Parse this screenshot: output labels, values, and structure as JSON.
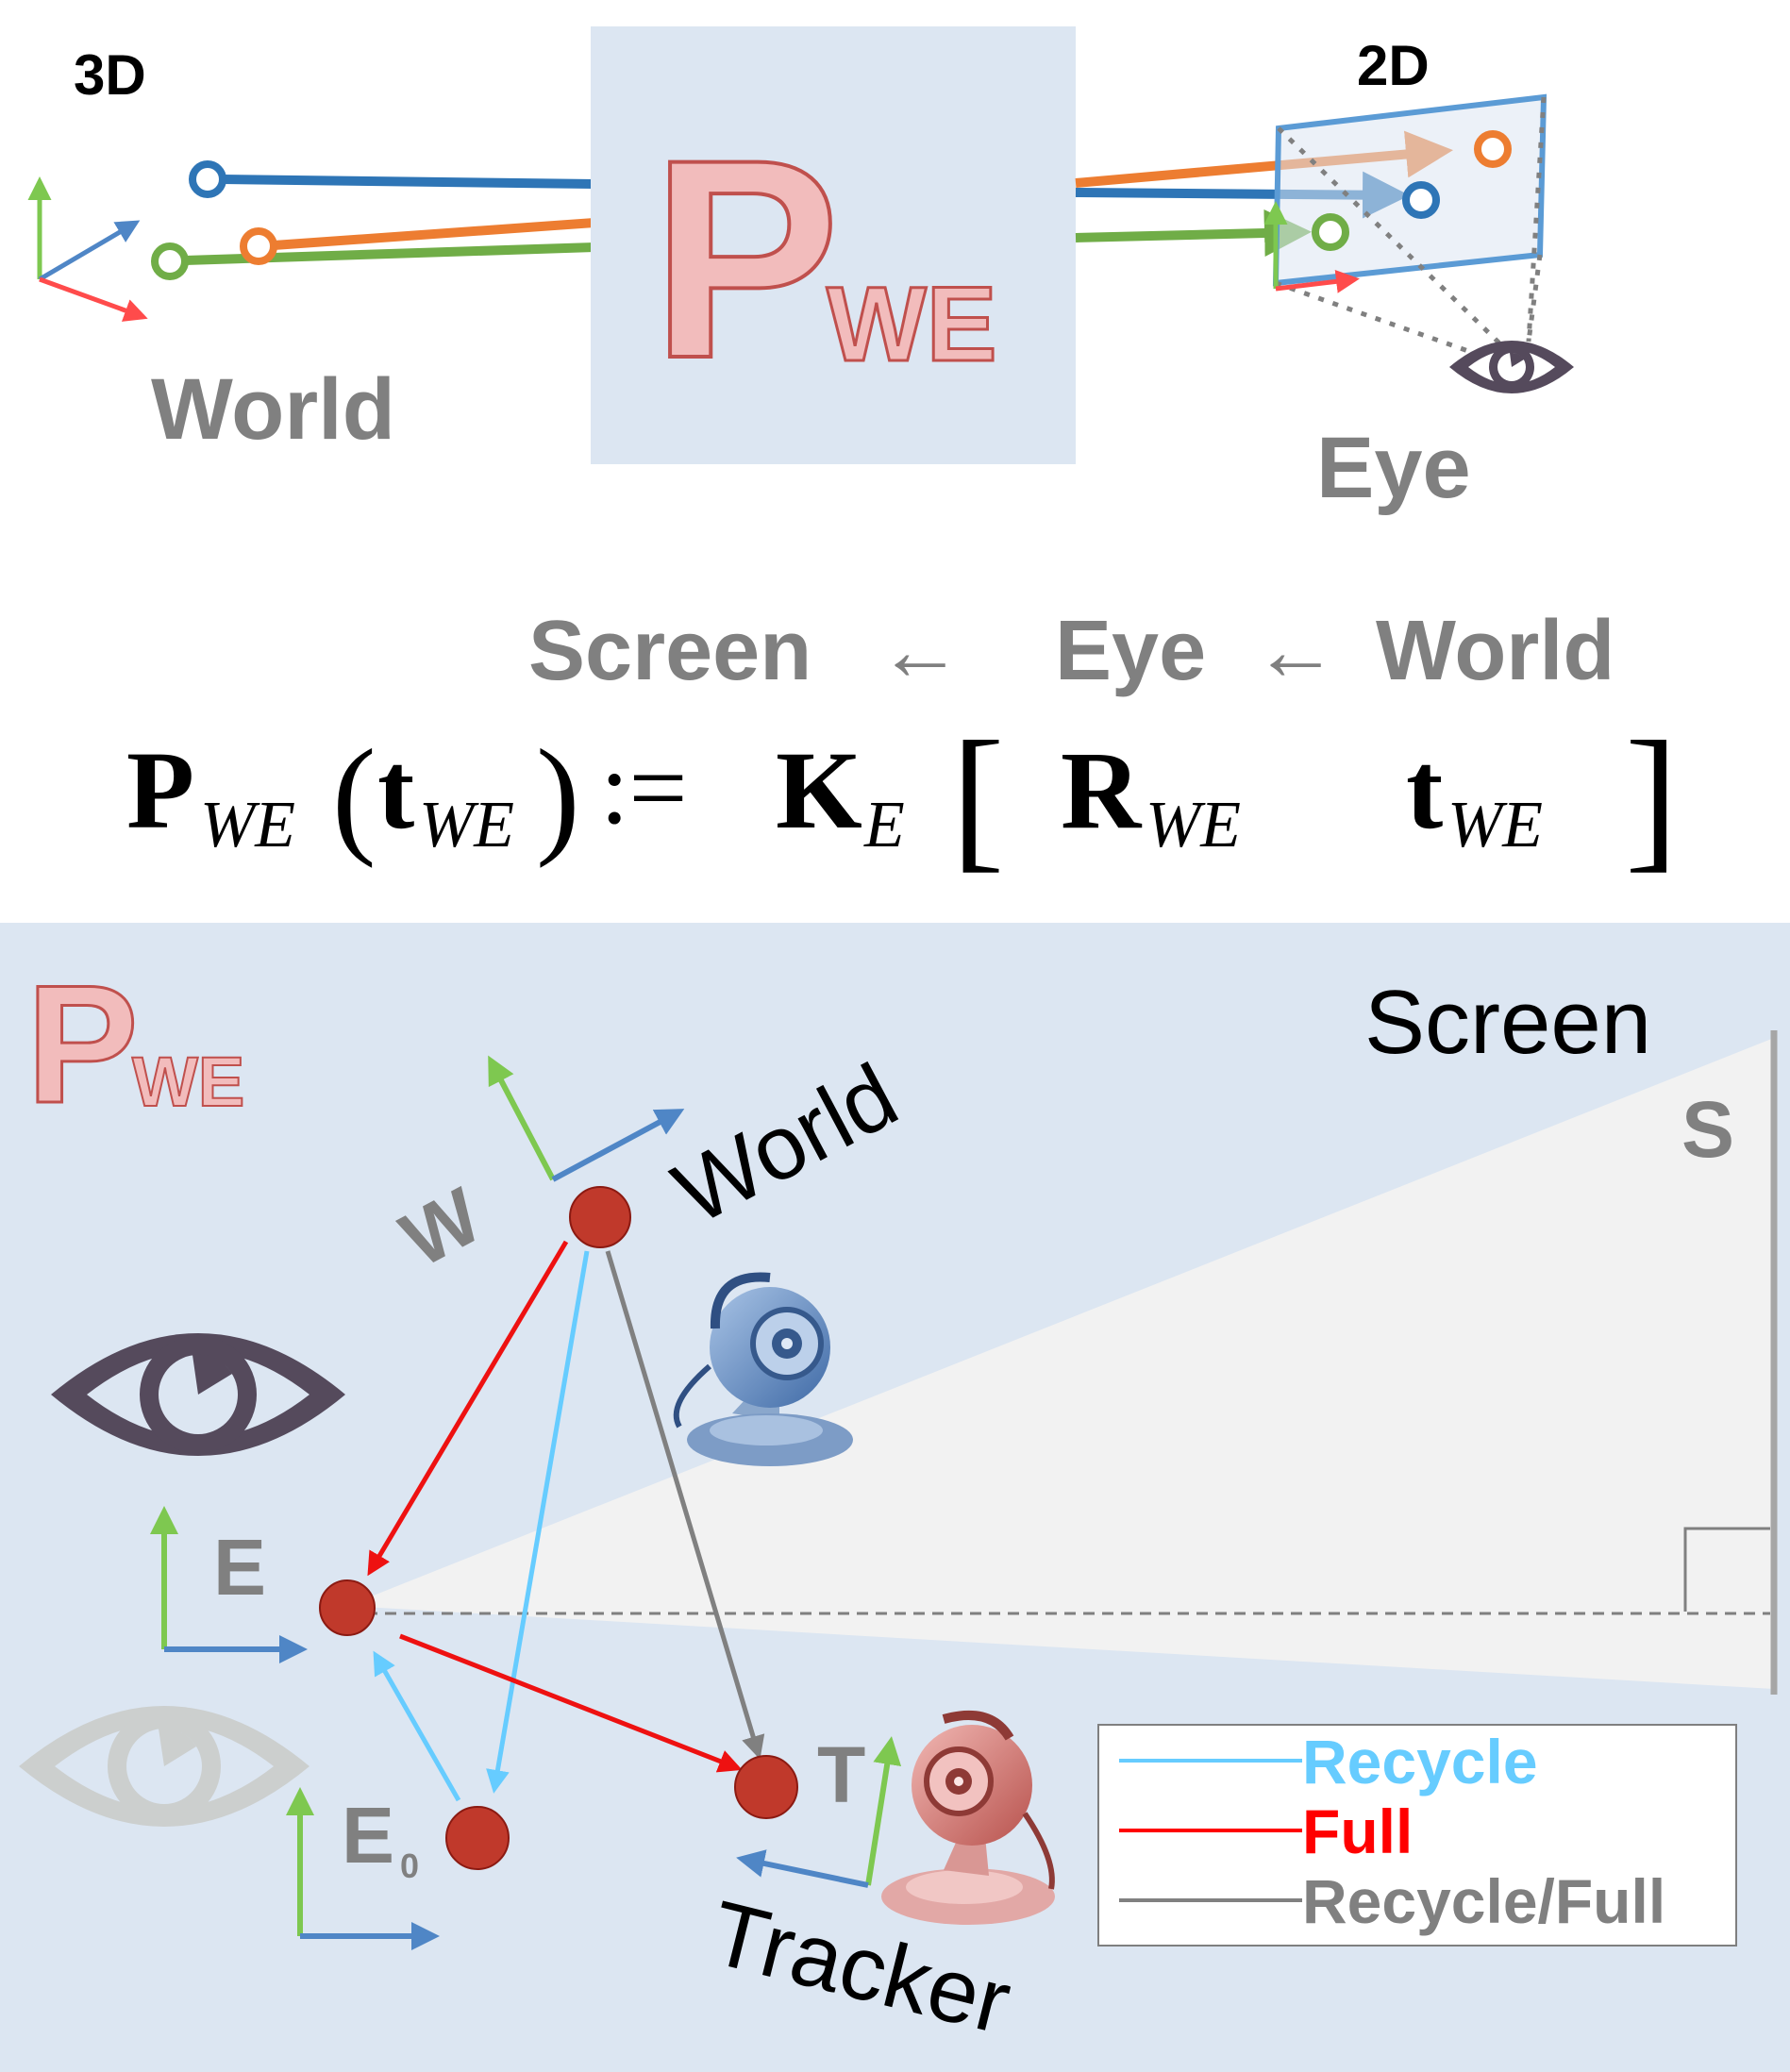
{
  "top": {
    "label_3d": "3D",
    "label_2d": "2D",
    "label_world": "World",
    "label_eye": "Eye",
    "box_letter": "P",
    "box_subscript": "WE"
  },
  "arrows_row": {
    "screen": "Screen",
    "arrow1": "←",
    "eye": "Eye",
    "arrow2": "←",
    "world": "World"
  },
  "equation": {
    "P": "P",
    "P_sub": "WE",
    "lparen": "(",
    "t": "t",
    "t_sub": "WE",
    "rparen": ")",
    "assign": ":=",
    "K": "K",
    "K_sub": "E",
    "lbracket": "[",
    "R": "R",
    "R_sub": "WE",
    "t2": "t",
    "t2_sub": "WE",
    "rbracket": "]"
  },
  "bottom": {
    "logo_letter": "P",
    "logo_subscript": "WE",
    "screen_label": "Screen",
    "screen_letter": "S",
    "world_label": "World",
    "world_letter": "W",
    "eye_letter": "E",
    "e0_letter": "E",
    "e0_sub": "0",
    "tracker_letter": "T",
    "tracker_label": "Tracker"
  },
  "legend": {
    "items": [
      {
        "label": "Recycle",
        "color": "#66ccff"
      },
      {
        "label": "Full",
        "color": "#ff0000"
      },
      {
        "label": "Recycle/Full",
        "color": "#808080"
      }
    ]
  },
  "colors": {
    "panel_bg": "#dce6f2",
    "blue": "#2e75b6",
    "orange": "#ed7d31",
    "green": "#70ad47",
    "axis_red": "#ff4b4b",
    "axis_green": "#7ec850",
    "axis_blue": "#4f86c6",
    "point_red": "#c0392b",
    "gray_text": "#808080",
    "eye_dark": "#554a5c"
  }
}
